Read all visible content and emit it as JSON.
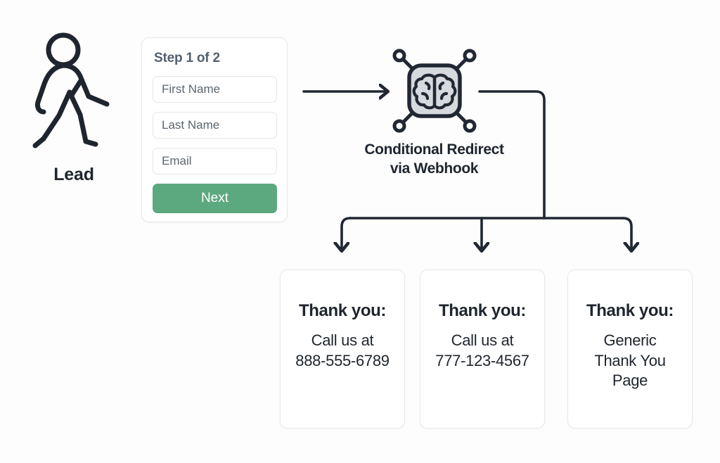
{
  "diagram": {
    "background_color": "#fdfdfd",
    "line_color": "#212833",
    "accent_color": "#5da97f"
  },
  "lead": {
    "icon": "walking-person-icon",
    "label": "Lead"
  },
  "form": {
    "step_title": "Step 1 of 2",
    "fields": [
      {
        "name": "first-name",
        "placeholder": "First Name",
        "value": ""
      },
      {
        "name": "last-name",
        "placeholder": "Last Name",
        "value": ""
      },
      {
        "name": "email",
        "placeholder": "Email",
        "value": ""
      }
    ],
    "submit_label": "Next"
  },
  "webhook": {
    "icon": "ai-brain-chip-icon",
    "caption_line_1": "Conditional Redirect",
    "caption_line_2": "via Webhook"
  },
  "outcomes": [
    {
      "id": "outcome-1",
      "heading": "Thank you:",
      "body_line_1": "Call us at",
      "body_line_2": "888-555-6789",
      "body_line_3": ""
    },
    {
      "id": "outcome-2",
      "heading": "Thank you:",
      "body_line_1": "Call us at",
      "body_line_2": "777-123-4567",
      "body_line_3": ""
    },
    {
      "id": "outcome-3",
      "heading": "Thank you:",
      "body_line_1": "Generic",
      "body_line_2": "Thank You",
      "body_line_3": "Page"
    }
  ]
}
